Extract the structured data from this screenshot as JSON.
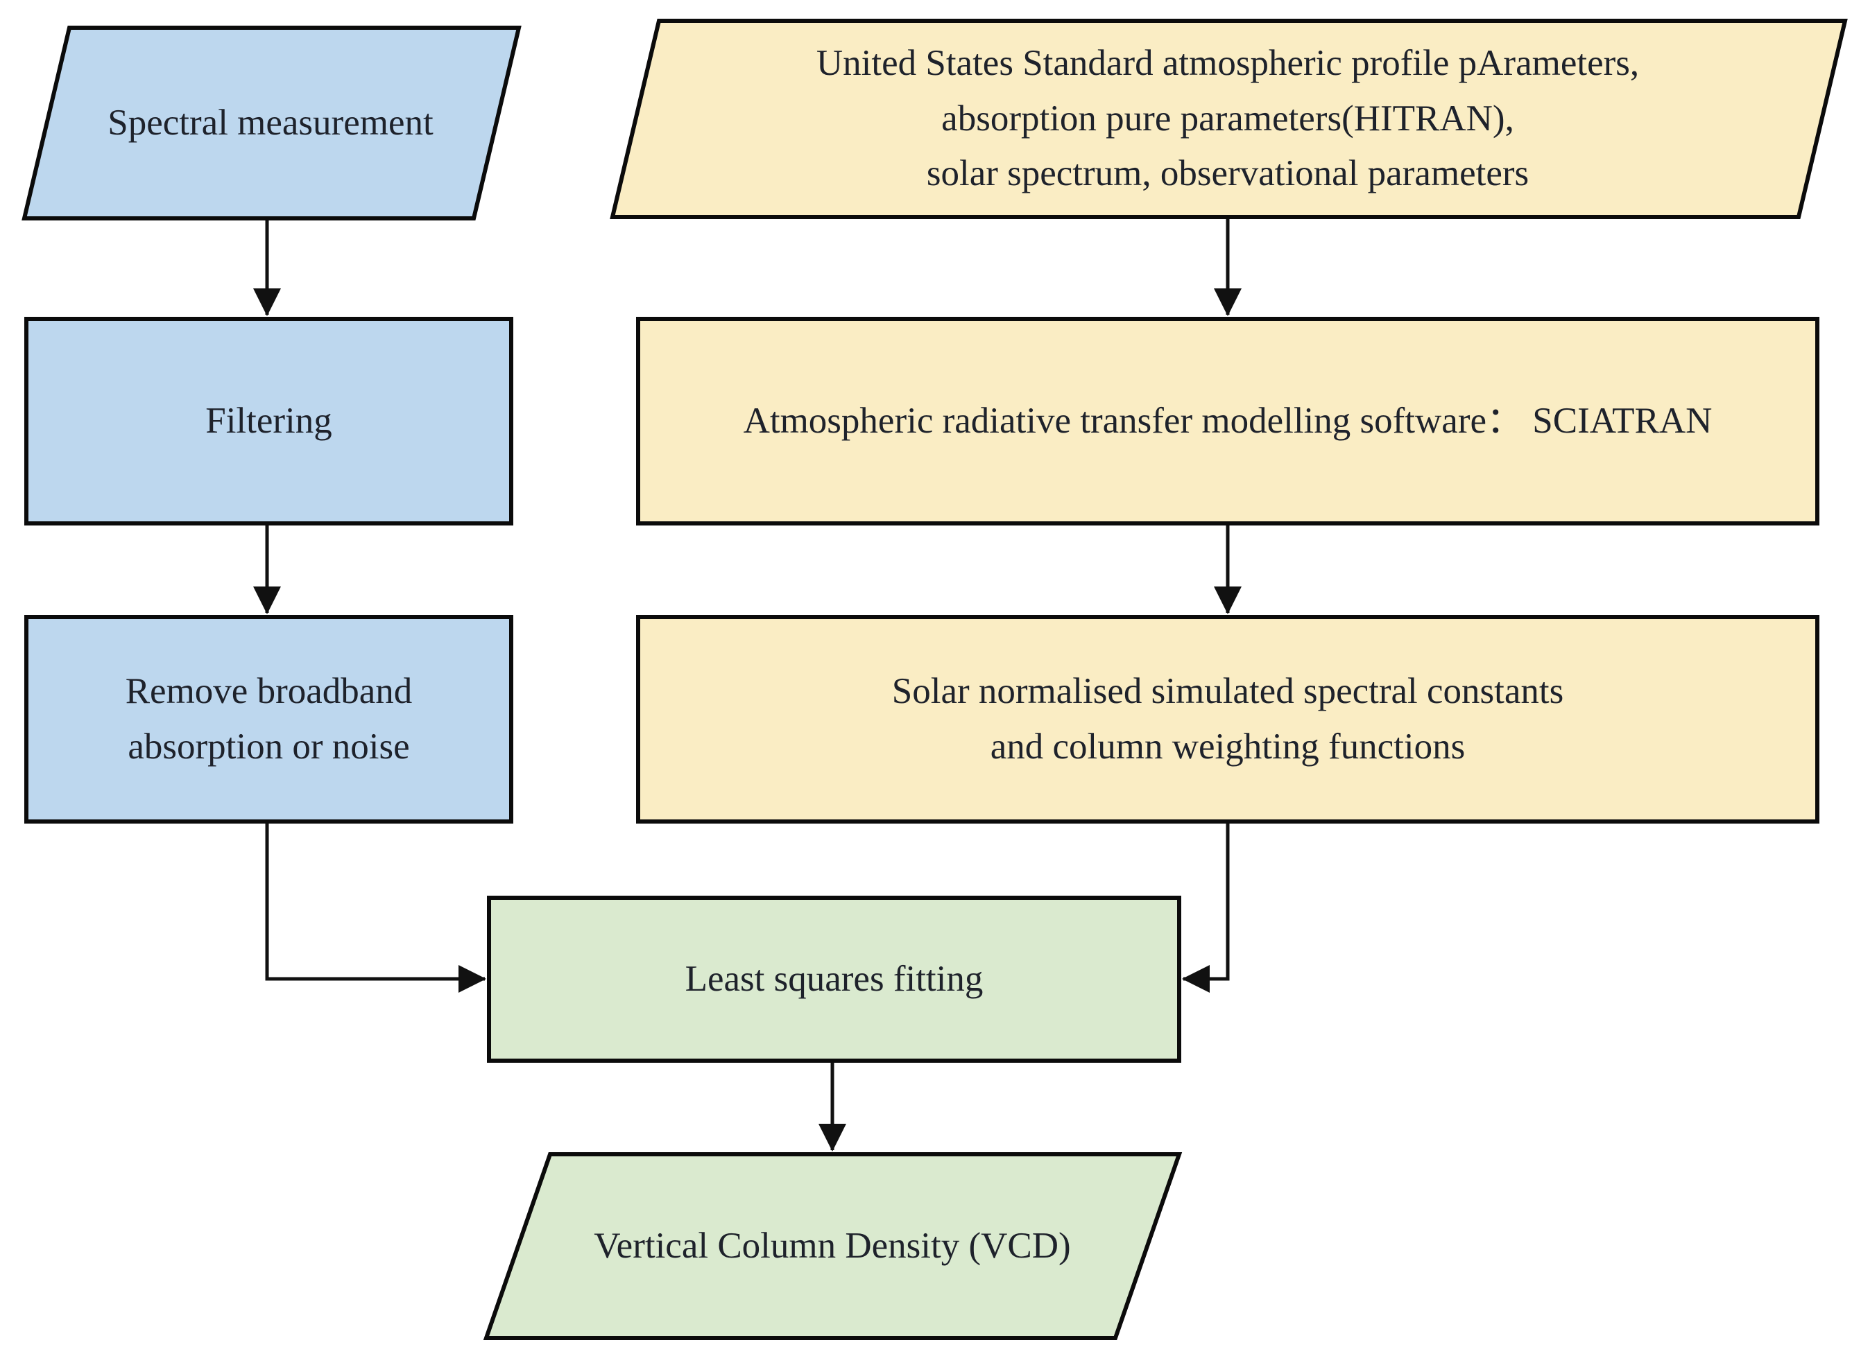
{
  "diagram": {
    "type": "flowchart",
    "nodes": {
      "spectral_measurement": {
        "label": "Spectral measurement",
        "shape": "parallelogram",
        "fill": "#BDD7EE"
      },
      "input_params": {
        "label": "United States Standard atmospheric profile pArameters,\nabsorption pure parameters(HITRAN),\nsolar spectrum, observational parameters",
        "shape": "parallelogram",
        "fill": "#FAEDC4"
      },
      "filtering": {
        "label": "Filtering",
        "shape": "rectangle",
        "fill": "#BDD7EE"
      },
      "sciatran": {
        "label": "Atmospheric radiative transfer modelling software： SCIATRAN",
        "shape": "rectangle",
        "fill": "#FAEDC4"
      },
      "remove_broadband": {
        "label": "Remove broadband\nabsorption or noise",
        "shape": "rectangle",
        "fill": "#BDD7EE"
      },
      "solar_normalised": {
        "label": "Solar normalised simulated spectral constants\nand column weighting functions",
        "shape": "rectangle",
        "fill": "#FAEDC4"
      },
      "least_squares": {
        "label": "Least squares fitting",
        "shape": "rectangle",
        "fill": "#DAEACF"
      },
      "vcd": {
        "label": "Vertical Column Density (VCD)",
        "shape": "parallelogram",
        "fill": "#DAEACF"
      }
    },
    "edges": [
      {
        "from": "spectral_measurement",
        "to": "filtering"
      },
      {
        "from": "input_params",
        "to": "sciatran"
      },
      {
        "from": "filtering",
        "to": "remove_broadband"
      },
      {
        "from": "sciatran",
        "to": "solar_normalised"
      },
      {
        "from": "remove_broadband",
        "to": "least_squares"
      },
      {
        "from": "solar_normalised",
        "to": "least_squares"
      },
      {
        "from": "least_squares",
        "to": "vcd"
      }
    ],
    "colors": {
      "blue_fill": "#BDD7EE",
      "yellow_fill": "#FAEDC4",
      "green_fill": "#DAEACF",
      "border": "#0b0b0b",
      "arrow": "#111111",
      "text": "#1e222b",
      "background": "#FFFFFF"
    }
  }
}
